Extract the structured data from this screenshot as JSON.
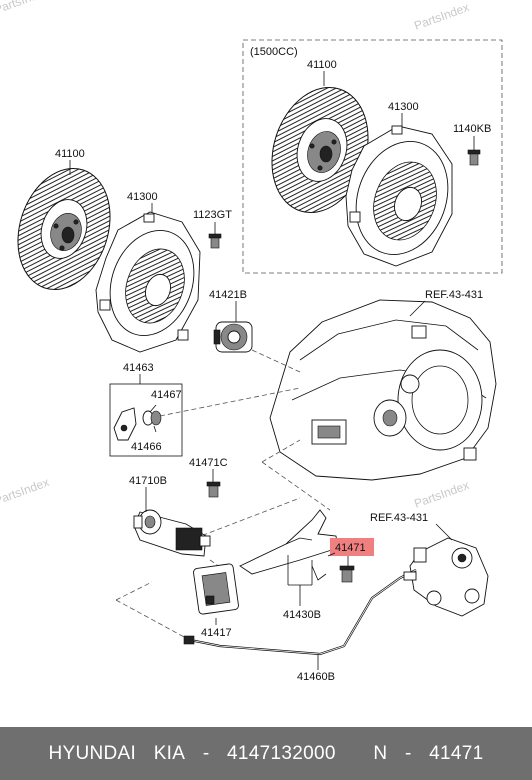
{
  "watermarks": [
    "PartsIndex",
    "PartsIndex",
    "PartsIndex",
    "PartsIndex"
  ],
  "box_label": "(1500CC)",
  "labels": {
    "disc_left": "41100",
    "cover_left": "41300",
    "bolt_left": "1123GT",
    "disc_box": "41100",
    "cover_box": "41300",
    "bolt_box": "1140KB",
    "bearing": "41421B",
    "ref_top": "REF.43-431",
    "kit": "41463",
    "kit_a": "41467",
    "kit_b": "41466",
    "bolt_c": "41471C",
    "cylinder": "41710B",
    "ref_bottom": "REF.43-431",
    "highlighted": "41471",
    "fork": "41430B",
    "reservoir": "41417",
    "hose": "41460B"
  },
  "highlight_color": "#f08080",
  "footer": {
    "brand": "HYUNDAI",
    "make": "KIA",
    "sep1": "-",
    "part_number": "4147132000",
    "ref": "N",
    "sep2": "-",
    "ref_code": "41471"
  }
}
